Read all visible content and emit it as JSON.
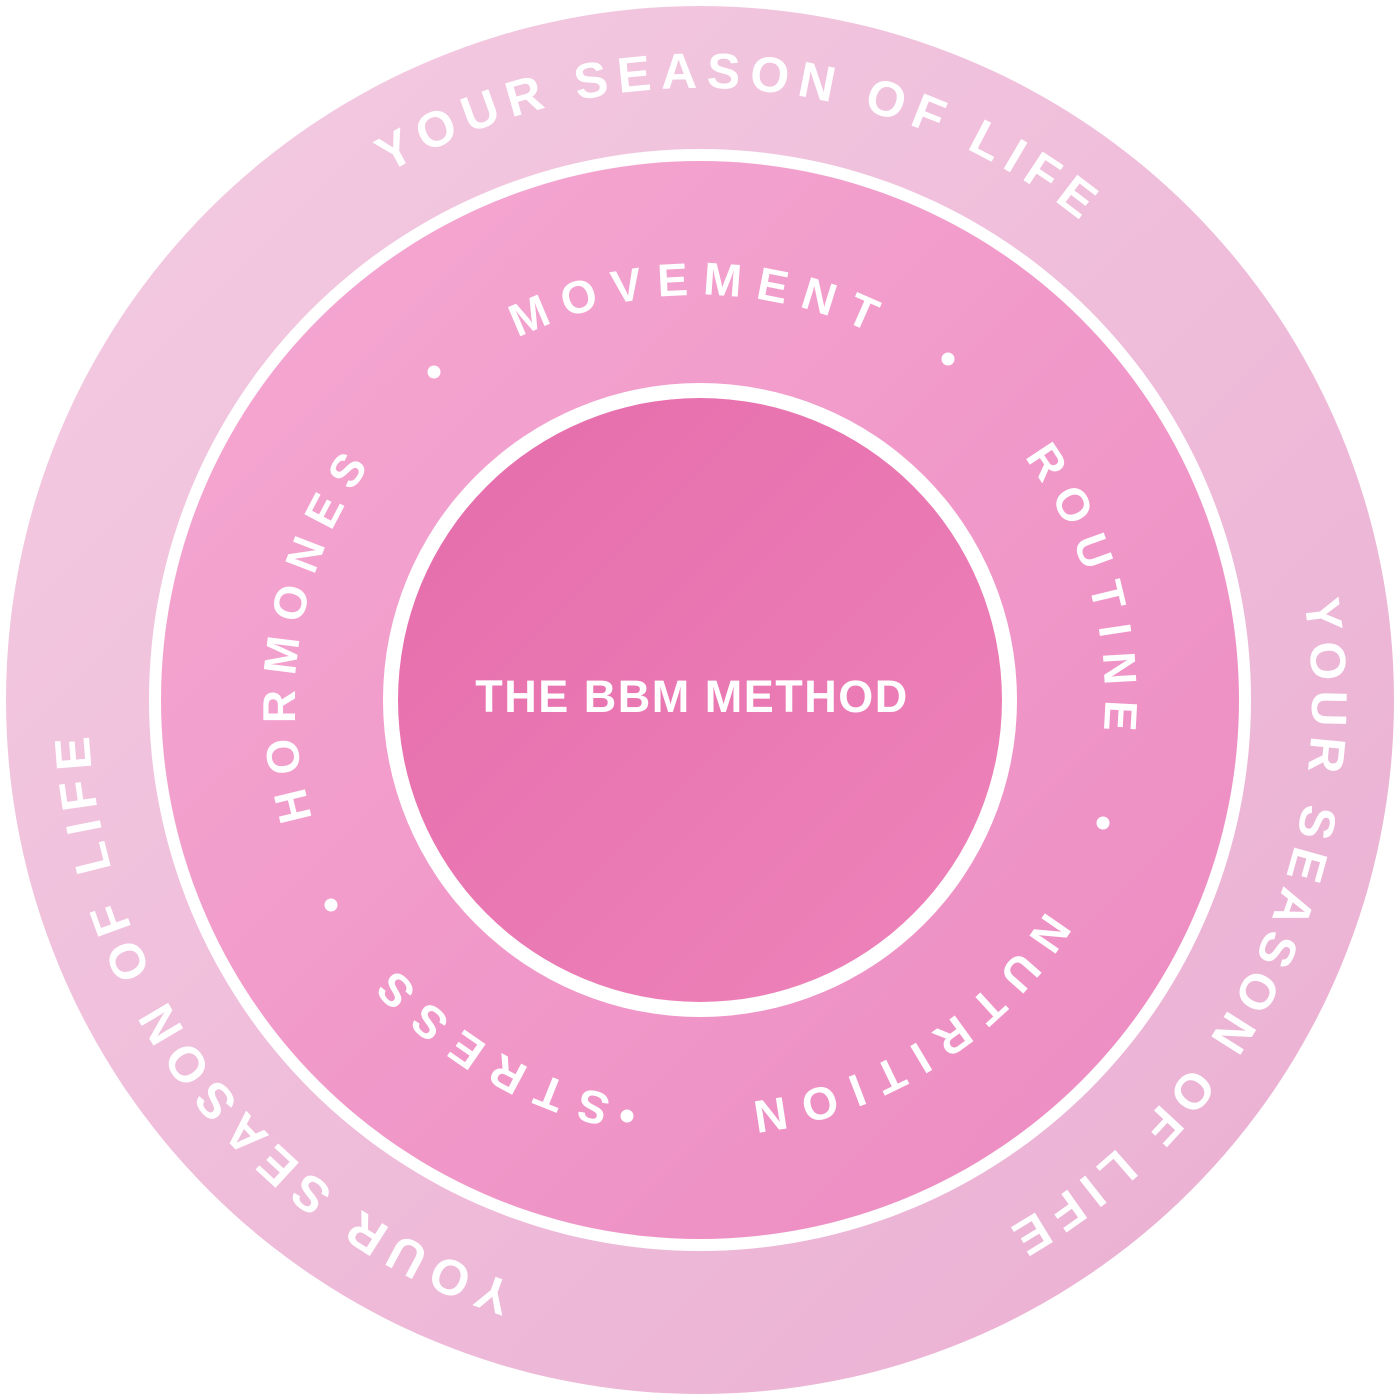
{
  "page": {
    "title": "The BBM Method"
  },
  "diagram": {
    "center_label": "THE BBM METHOD",
    "middle_ring": {
      "items": [
        "MOVEMENT",
        "ROUTINE",
        "NUTRITION",
        "STRESS",
        "HORMONES"
      ],
      "separator": "dot"
    },
    "outer_ring": {
      "label": "YOUR SEASON OF LIFE",
      "repetitions": 3
    },
    "palette": {
      "background": "#ffffff",
      "outer_ring_start": "#f4cce2",
      "outer_ring_end": "#eaaed2",
      "middle_ring_start": "#f5a9d2",
      "middle_ring_end": "#ec8ac1",
      "inner_circle_start": "#e56cab",
      "inner_circle_end": "#ee84ba",
      "ring_divider": "#ffffff",
      "text": "#ffffff"
    }
  }
}
